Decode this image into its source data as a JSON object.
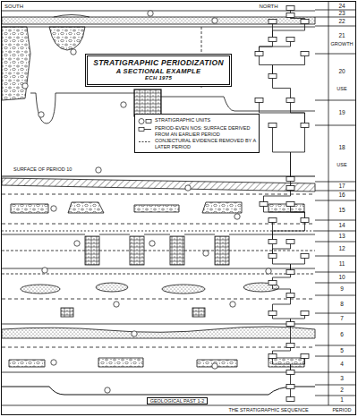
{
  "diagram": {
    "nodes": [
      {
        "text": [
          "STRATIGRAPHIC PERIODIZATION",
          "A SECTIONAL EXAMPLE",
          "ECH 1975"
        ]
      },
      {
        "text": [
          "GEOLOGICAL PAST 1-2"
        ]
      }
    ],
    "labels": [
      "SOUTH",
      "NORTH",
      "24",
      "23",
      "22",
      "21",
      "GROWTH",
      "20",
      "USE",
      "19",
      "18",
      "USE",
      "17",
      "16",
      "15",
      "14",
      "13",
      "12",
      "11",
      "10",
      "9",
      "8",
      "7",
      "6",
      "5",
      "4",
      "3",
      "2",
      "1",
      "SURFACE OF PERIOD 10",
      "THE STRATIGRAPHIC SEQUENCE",
      "PERIOD"
    ],
    "legend": [
      {
        "text": "STRATIGRAPHIC UNITS"
      },
      {
        "text": "PERIOD-EVEN NOS: SURFACE DERIVED FROM AN EARLIER PERIOD"
      },
      {
        "text": "CONJECTURAL EVIDENCE REMOVED BY A LATER PERIOD"
      }
    ]
  }
}
